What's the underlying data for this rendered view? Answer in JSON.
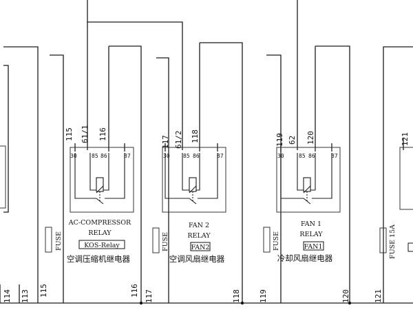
{
  "relays": [
    {
      "name_line1": "AC-COMPRESSOR",
      "name_line2": "RELAY",
      "code": "KOS-Relay",
      "chinese": "空调压缩机继电器",
      "fuse_label": "FUSE",
      "wire_labels": [
        "115",
        "61/1",
        "116"
      ],
      "terminals": [
        "30",
        "85",
        "86",
        "87"
      ],
      "bottom_labels": [
        "115",
        "116"
      ]
    },
    {
      "name_line1": "FAN 2",
      "name_line2": "RELAY",
      "code": "FAN2",
      "chinese": "空调风扇继电器",
      "fuse_label": "FUSE",
      "wire_labels": [
        "117",
        "61/2",
        "118"
      ],
      "terminals": [
        "30",
        "85",
        "86",
        "87"
      ],
      "bottom_labels": [
        "117",
        "118"
      ]
    },
    {
      "name_line1": "FAN 1",
      "name_line2": "RELAY",
      "code": "FAN1",
      "chinese": "冷却风扇继电器",
      "fuse_label": "FUSE",
      "wire_labels": [
        "119",
        "62",
        "120"
      ],
      "terminals": [
        "30",
        "85",
        "86",
        "87"
      ],
      "bottom_labels": [
        "119",
        "120"
      ]
    }
  ],
  "edge": {
    "bottom_labels_left": [
      "114",
      "113"
    ],
    "bottom_label_right": "121",
    "fuse_right": "FUSE 15A",
    "top_right_label": "121"
  }
}
